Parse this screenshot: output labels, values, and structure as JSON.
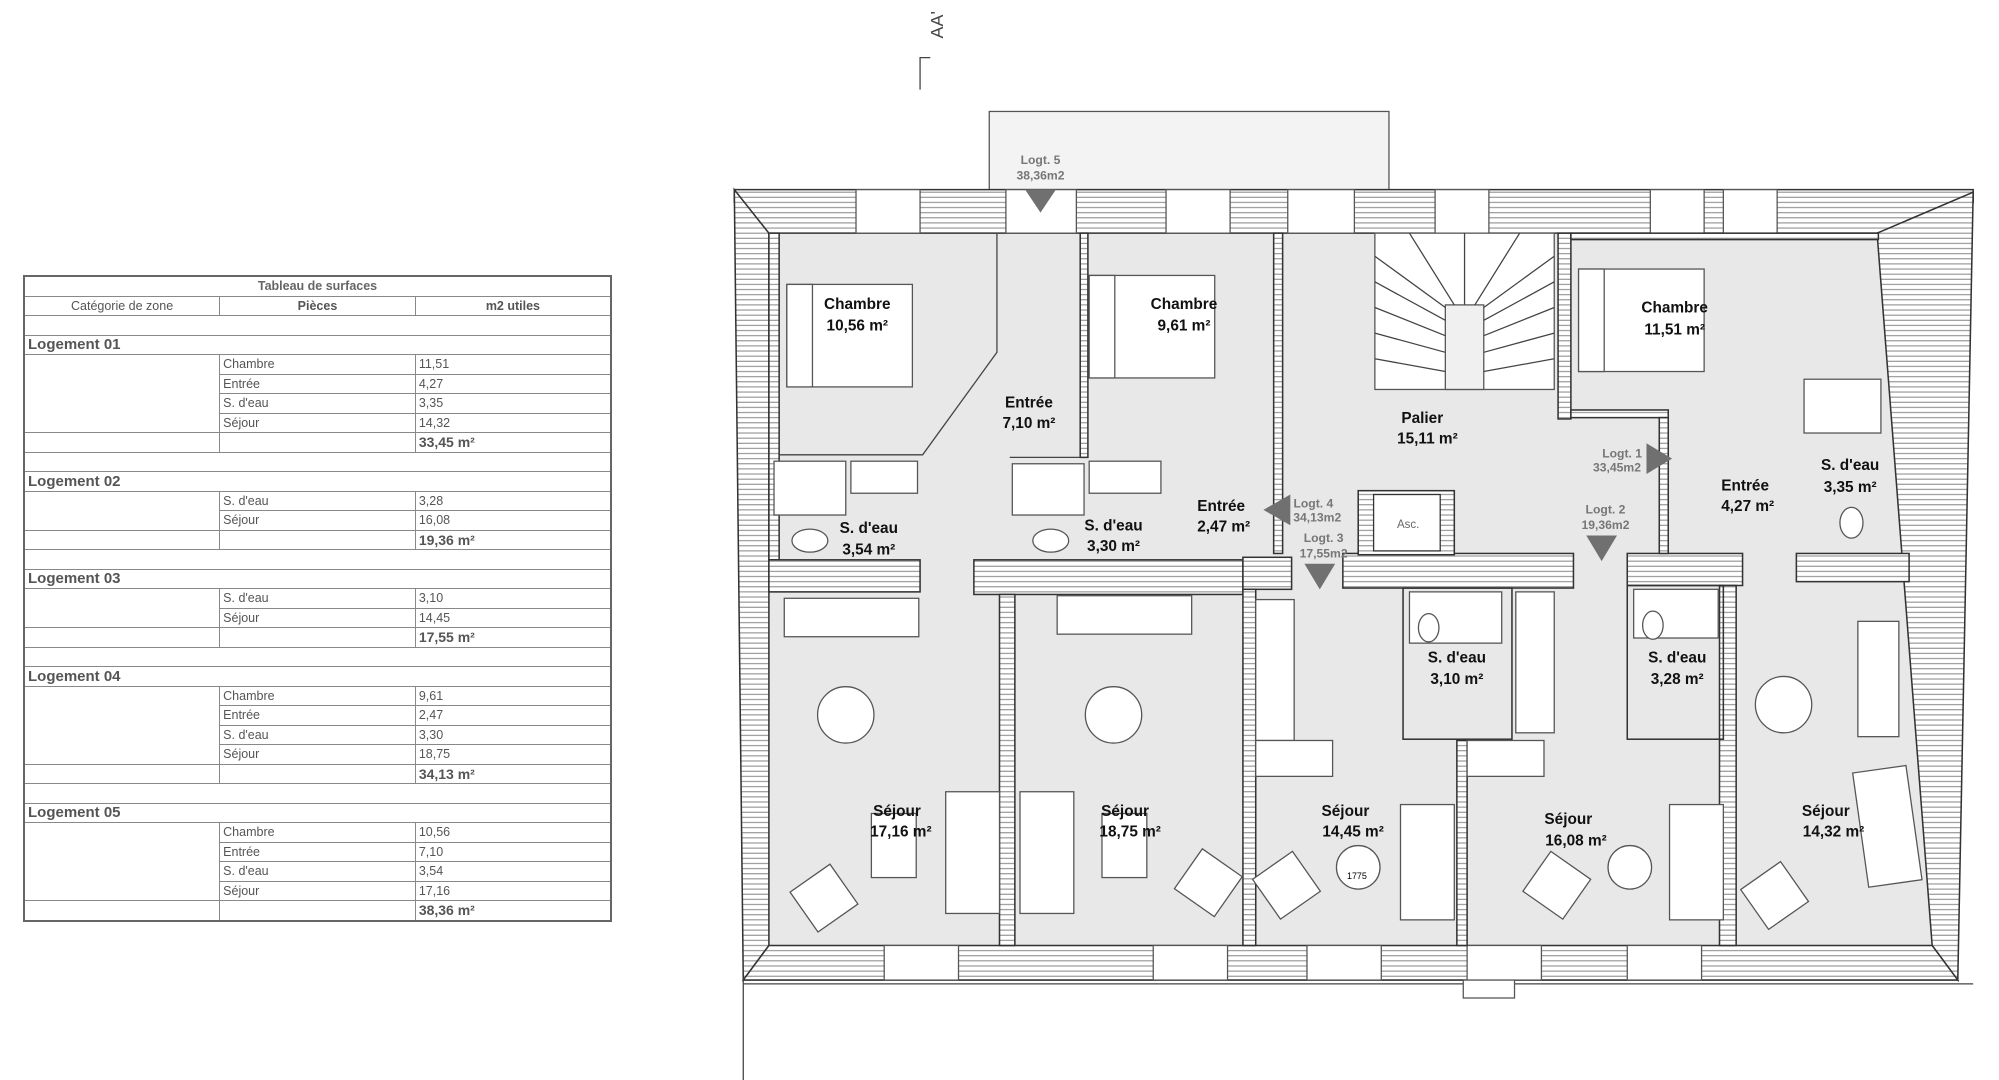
{
  "table": {
    "title": "Tableau de surfaces",
    "headers": [
      "Catégorie de zone",
      "Pièces",
      "m2 utiles"
    ],
    "logements": [
      {
        "name": "Logement 01",
        "rooms": [
          [
            "Chambre",
            "11,51"
          ],
          [
            "Entrée",
            "4,27"
          ],
          [
            "S. d'eau",
            "3,35"
          ],
          [
            "Séjour",
            "14,32"
          ]
        ],
        "total": "33,45 m²"
      },
      {
        "name": "Logement 02",
        "rooms": [
          [
            "S. d'eau",
            "3,28"
          ],
          [
            "Séjour",
            "16,08"
          ]
        ],
        "total": "19,36 m²"
      },
      {
        "name": "Logement 03",
        "rooms": [
          [
            "S. d'eau",
            "3,10"
          ],
          [
            "Séjour",
            "14,45"
          ]
        ],
        "total": "17,55 m²"
      },
      {
        "name": "Logement 04",
        "rooms": [
          [
            "Chambre",
            "9,61"
          ],
          [
            "Entrée",
            "2,47"
          ],
          [
            "S. d'eau",
            "3,30"
          ],
          [
            "Séjour",
            "18,75"
          ]
        ],
        "total": "34,13 m²"
      },
      {
        "name": "Logement 05",
        "rooms": [
          [
            "Chambre",
            "10,56"
          ],
          [
            "Entrée",
            "7,10"
          ],
          [
            "S. d'eau",
            "3,54"
          ],
          [
            "Séjour",
            "17,16"
          ]
        ],
        "total": "38,36 m²"
      }
    ]
  },
  "plan": {
    "section_mark": "AA'",
    "elevator": "Asc.",
    "dimension": "1775",
    "rooms": [
      {
        "name": "Chambre",
        "area": "10,56 m²"
      },
      {
        "name": "Chambre",
        "area": "9,61 m²"
      },
      {
        "name": "Chambre",
        "area": "11,51 m²"
      },
      {
        "name": "Entrée",
        "area": "7,10 m²"
      },
      {
        "name": "Palier",
        "area": "15,11 m²"
      },
      {
        "name": "Entrée",
        "area": "2,47 m²"
      },
      {
        "name": "Entrée",
        "area": "4,27 m²"
      },
      {
        "name": "S. d'eau",
        "area": "3,54 m²"
      },
      {
        "name": "S. d'eau",
        "area": "3,30 m²"
      },
      {
        "name": "S. d'eau",
        "area": "3,35 m²"
      },
      {
        "name": "S. d'eau",
        "area": "3,10 m²"
      },
      {
        "name": "S. d'eau",
        "area": "3,28 m²"
      },
      {
        "name": "Séjour",
        "area": "17,16 m²"
      },
      {
        "name": "Séjour",
        "area": "18,75 m²"
      },
      {
        "name": "Séjour",
        "area": "14,45 m²"
      },
      {
        "name": "Séjour",
        "area": "16,08 m²"
      },
      {
        "name": "Séjour",
        "area": "14,32 m²"
      }
    ],
    "entries": [
      {
        "label": "Logt. 5",
        "area": "38,36m2"
      },
      {
        "label": "Logt. 4",
        "area": "34,13m2"
      },
      {
        "label": "Logt. 3",
        "area": "17,55m2"
      },
      {
        "label": "Logt. 2",
        "area": "19,36m2"
      },
      {
        "label": "Logt. 1",
        "area": "33,45m2"
      }
    ],
    "colors": {
      "floor": "#e8e8e8",
      "arrow": "#707070",
      "label_gray": "#777777"
    }
  }
}
